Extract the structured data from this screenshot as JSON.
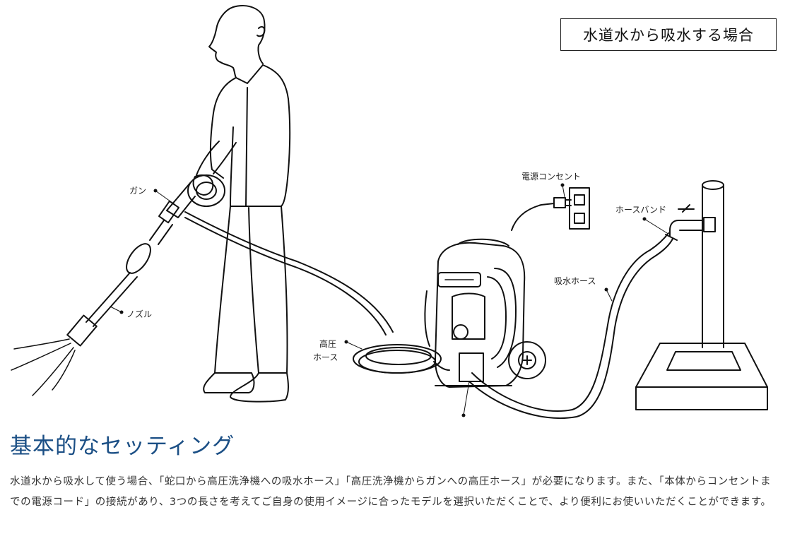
{
  "diagram": {
    "title": "水道水から吸水する場合",
    "labels": {
      "gun": "ガン",
      "nozzle": "ノズル",
      "high_pressure_hose_line1": "高圧",
      "high_pressure_hose_line2": "ホース",
      "power_outlet": "電源コンセント",
      "hose_band": "ホースバンド",
      "intake_hose": "吸水ホース"
    }
  },
  "section": {
    "heading": "基本的なセッティング",
    "description": "水道水から吸水して使う場合、「蛇口から高圧洗浄機への吸水ホース」「高圧洗浄機からガンへの高圧ホース」が必要になります。また、「本体からコンセントまでの電源コード」の接続があり、3つの長さを考えてご自身の使用イメージに合ったモデルを選択いただくことで、より便利にお使いいただくことができます。"
  }
}
